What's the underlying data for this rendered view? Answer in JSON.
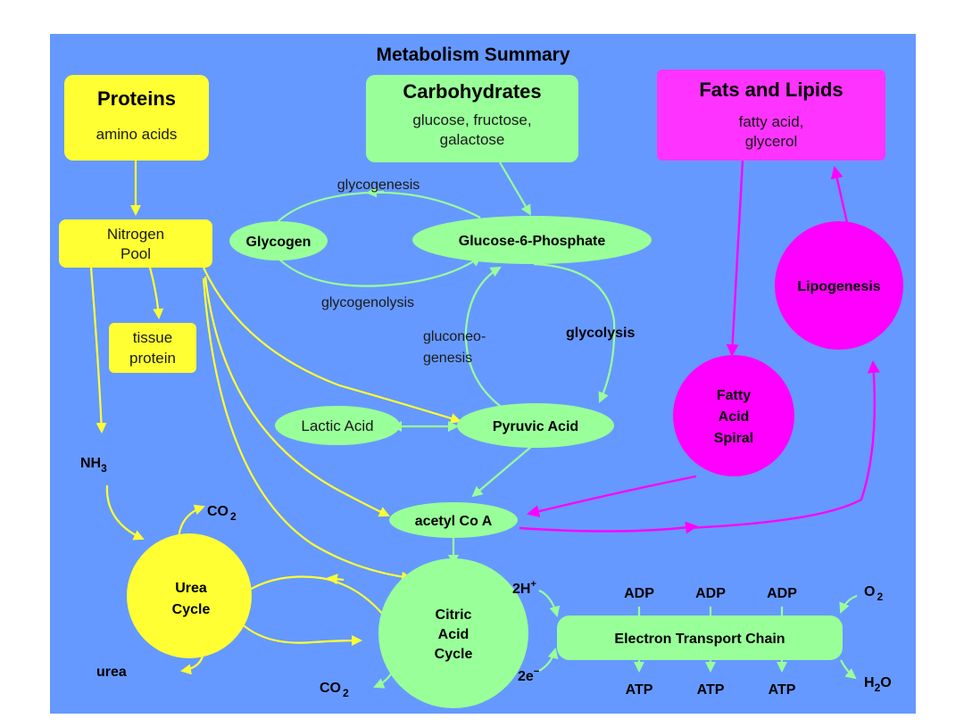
{
  "title": "Metabolism Summary",
  "colors": {
    "background": "#6699FF",
    "yellow": "#FFFF33",
    "green": "#99FF99",
    "magenta": "#FF00FF",
    "fat_box": "#FF33FF"
  },
  "boxes": {
    "proteins": {
      "title": "Proteins",
      "sub": "amino acids"
    },
    "carbohydrates": {
      "title": "Carbohydrates",
      "sub1": "glucose, fructose,",
      "sub2": "galactose"
    },
    "fats": {
      "title": "Fats and Lipids",
      "sub1": "fatty acid,",
      "sub2": "glycerol"
    },
    "nitrogen_pool": {
      "line1": "Nitrogen",
      "line2": "Pool"
    },
    "tissue_protein": {
      "line1": "tissue",
      "line2": "protein"
    }
  },
  "nodes": {
    "glycogen": "Glycogen",
    "glucose6p": "Glucose-6-Phosphate",
    "lactic_acid": "Lactic Acid",
    "pyruvic_acid": "Pyruvic Acid",
    "acetyl_coa": "acetyl Co A",
    "lipogenesis": "Lipogenesis",
    "fatty_acid_spiral": {
      "line1": "Fatty",
      "line2": "Acid",
      "line3": "Spiral"
    },
    "urea_cycle": {
      "line1": "Urea",
      "line2": "Cycle"
    },
    "citric_acid_cycle": {
      "line1": "Citric",
      "line2": "Acid",
      "line3": "Cycle"
    },
    "etc": "Electron Transport Chain"
  },
  "labels": {
    "glycogenesis": "glycogenesis",
    "glycogenolysis": "glycogenolysis",
    "gluconeo1": "gluconeo-",
    "gluconeo2": "genesis",
    "glycolysis": "glycolysis",
    "nh3": "NH",
    "nh3_sub": "3",
    "co2_top": "CO",
    "co2_top_sub": "2",
    "urea": "urea",
    "co2_bottom": "CO",
    "co2_bottom_sub": "2",
    "h2_plus": "2H",
    "h2_plus_sup": "+",
    "e2_minus": "2e",
    "e2_minus_sup": "−",
    "adp": [
      "ADP",
      "ADP",
      "ADP"
    ],
    "atp": [
      "ATP",
      "ATP",
      "ATP"
    ],
    "o2": "O",
    "o2_sub": "2",
    "h2o_h": "H",
    "h2o_sub": "2",
    "h2o_o": "O"
  }
}
